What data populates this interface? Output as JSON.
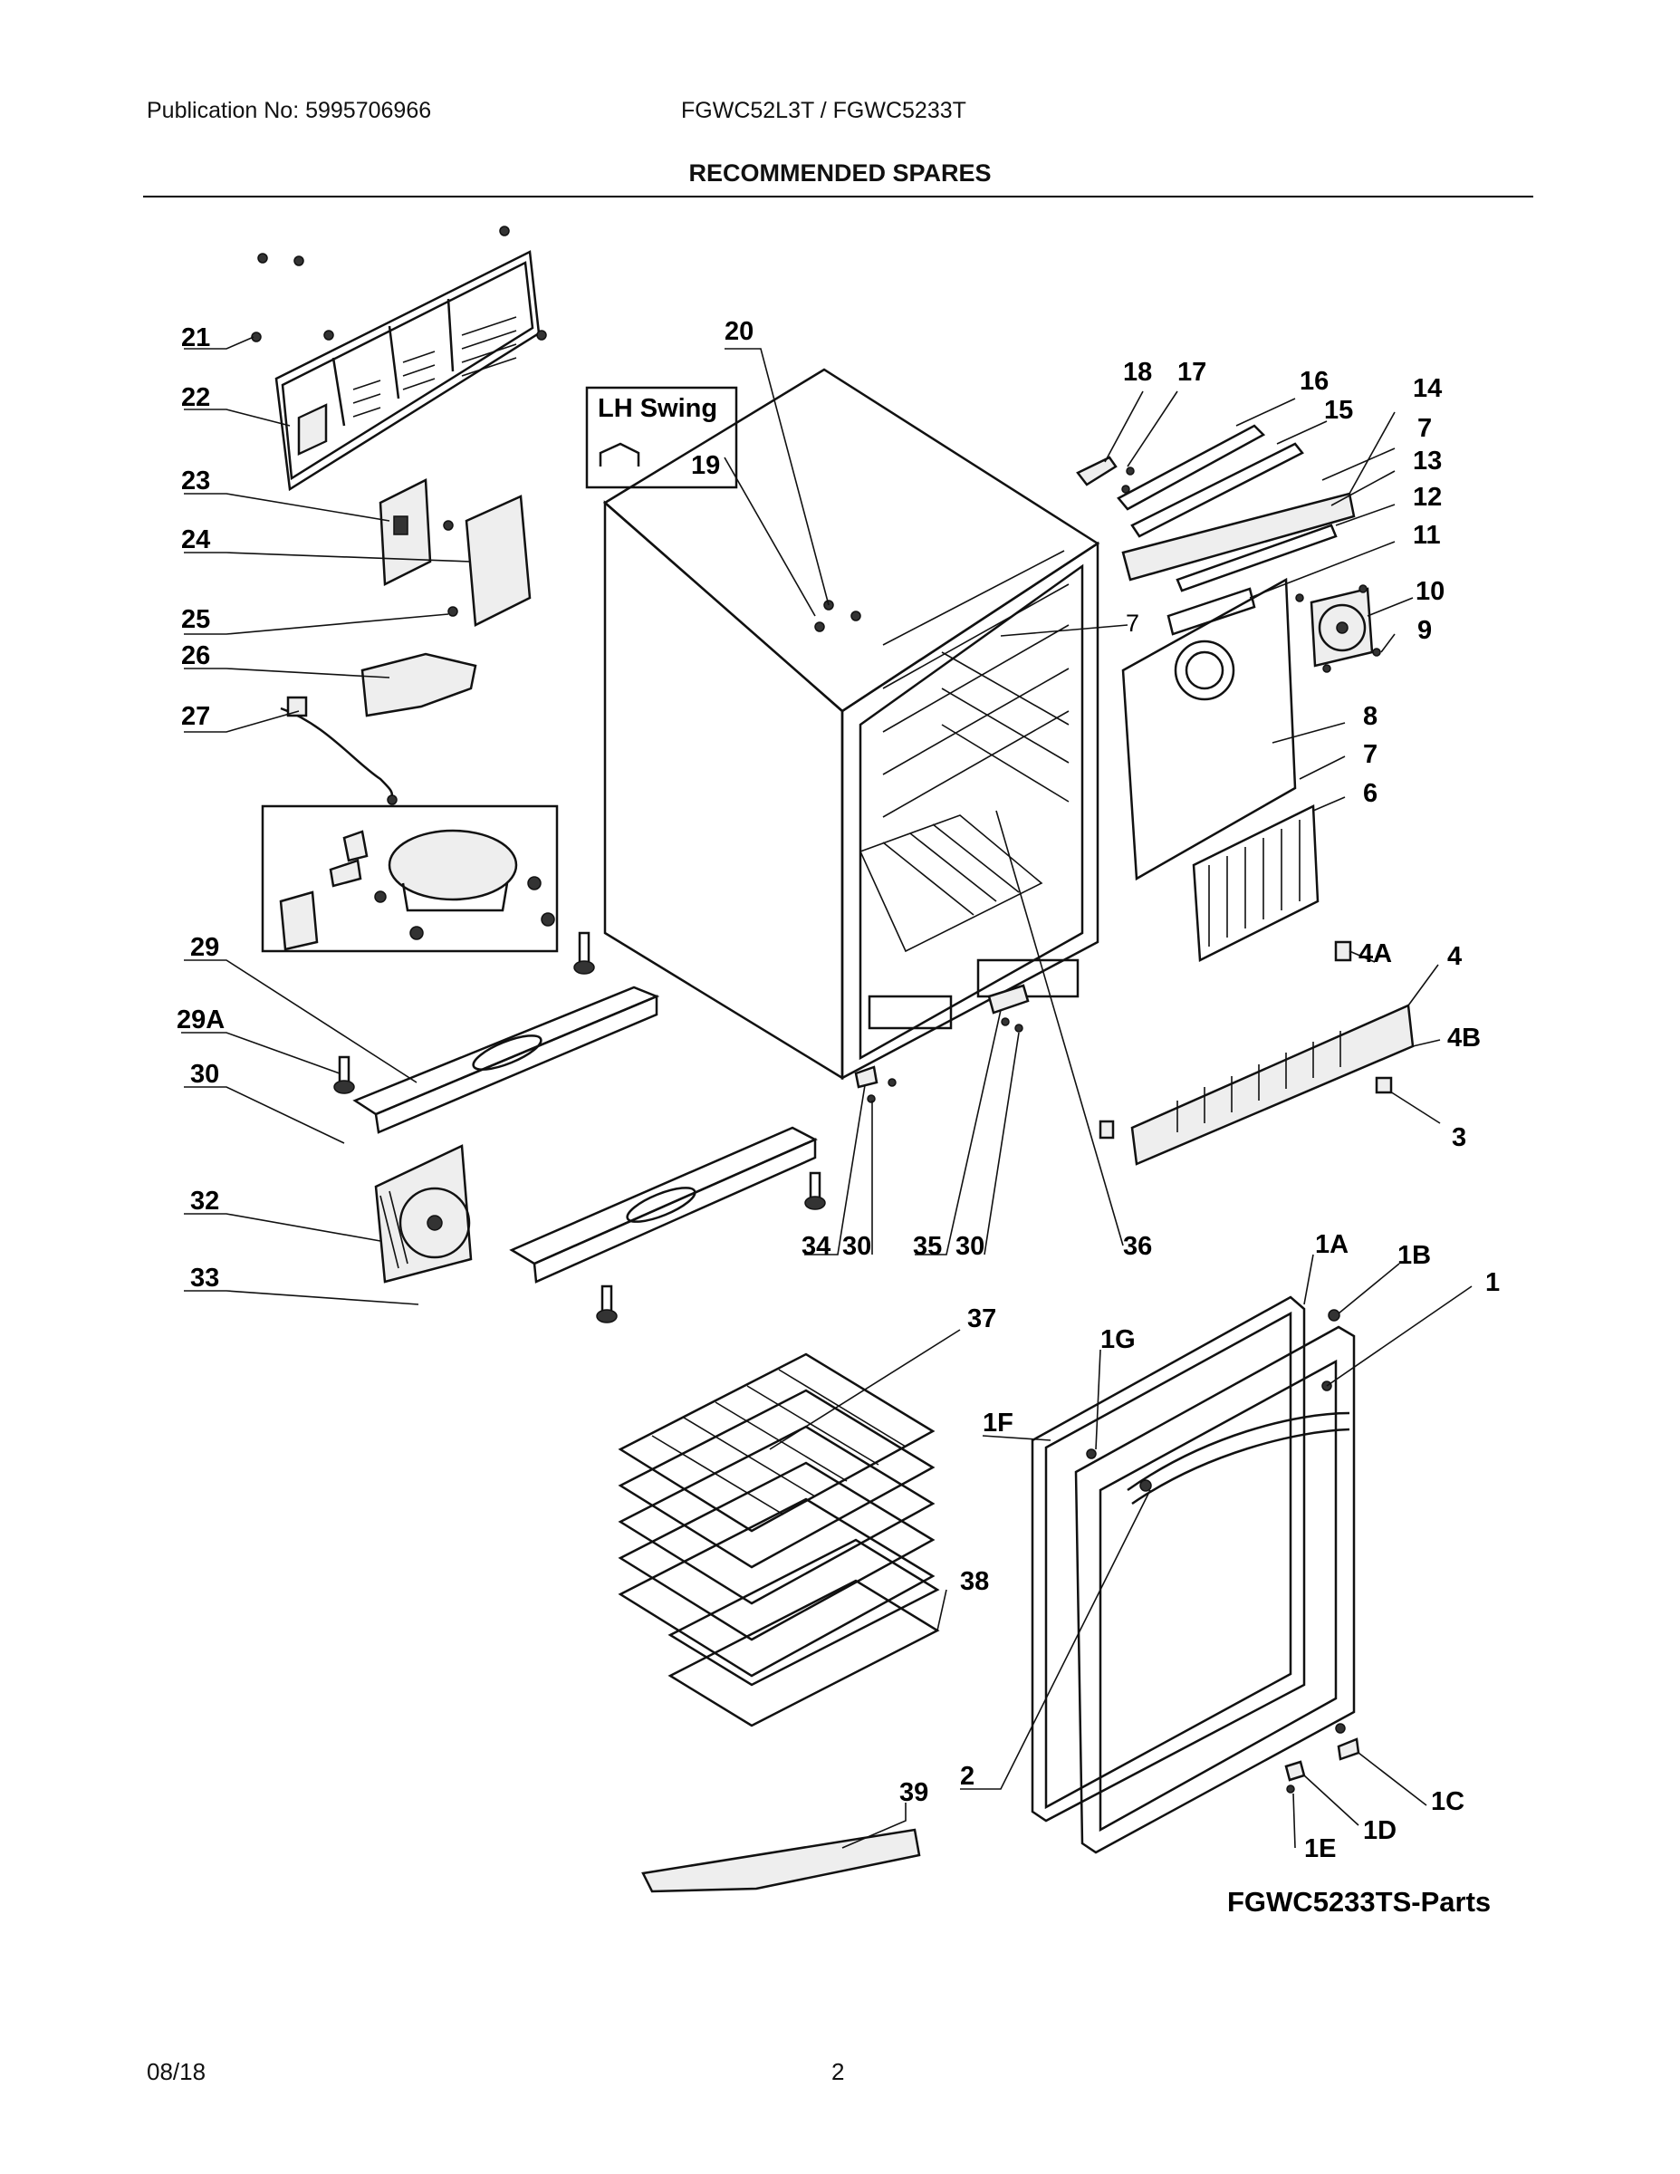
{
  "header": {
    "publication": "Publication No: 5995706966",
    "models": "FGWC52L3T / FGWC5233T",
    "title": "RECOMMENDED SPARES"
  },
  "footer": {
    "date": "08/18",
    "page": "2"
  },
  "inset": {
    "label": "LH Swing",
    "part": "19"
  },
  "caption": "FGWC5233TS-Parts",
  "callouts": {
    "c21": "21",
    "c22": "22",
    "c23": "23",
    "c24": "24",
    "c25": "25",
    "c26": "26",
    "c27": "27",
    "c29": "29",
    "c29a": "29A",
    "c30a": "30",
    "c32": "32",
    "c33": "33",
    "c20": "20",
    "c18": "18",
    "c17": "17",
    "c16": "16",
    "c15": "15",
    "c14": "14",
    "c7a": "7",
    "c13": "13",
    "c12": "12",
    "c11": "11",
    "c10": "10",
    "c9": "9",
    "c7b": "7",
    "c8": "8",
    "c7c": "7",
    "c6": "6",
    "c4a": "4A",
    "c4": "4",
    "c4b": "4B",
    "c3": "3",
    "c34": "34",
    "c30b": "30",
    "c35": "35",
    "c30c": "30",
    "c36": "36",
    "c1a": "1A",
    "c1b": "1B",
    "c1": "1",
    "c37": "37",
    "c1g": "1G",
    "c1f": "1F",
    "c38": "38",
    "c2": "2",
    "c39": "39",
    "c1c": "1C",
    "c1d": "1D",
    "c1e": "1E"
  }
}
